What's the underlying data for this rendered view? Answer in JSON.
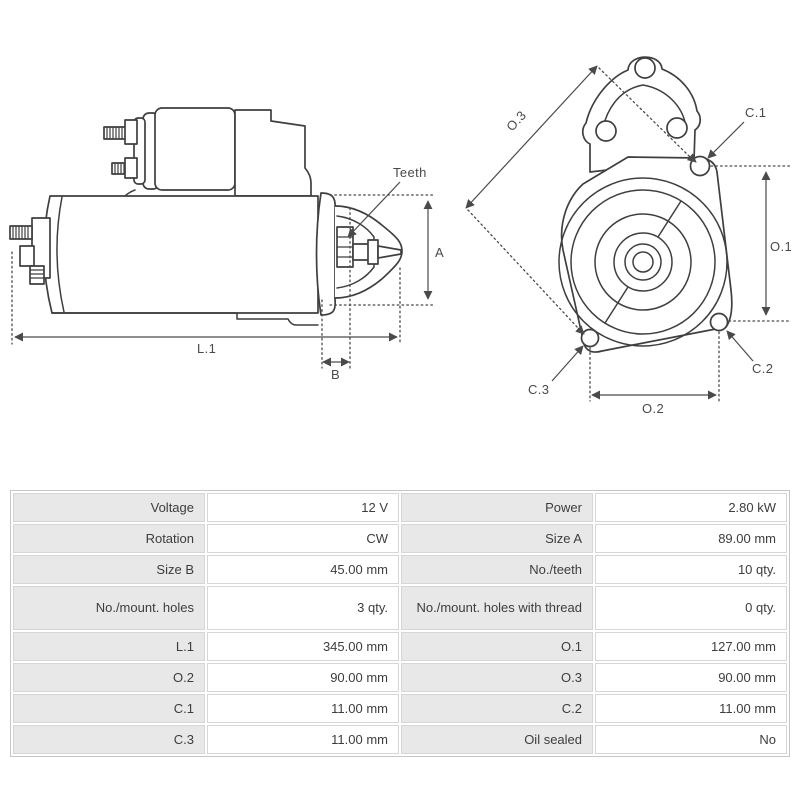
{
  "diagram": {
    "side_view": {
      "teeth_label": "Teeth",
      "dim_a": "A",
      "dim_l1": "L.1",
      "dim_b": "B"
    },
    "front_view": {
      "dim_o3": "O.3",
      "dim_c1": "C.1",
      "dim_o1": "O.1",
      "dim_c2": "C.2",
      "dim_c3": "C.3",
      "dim_o2": "O.2"
    },
    "colors": {
      "line": "#3f3f3f",
      "label_text": "#4a4a4a"
    }
  },
  "spec_table": {
    "colors": {
      "label_bg": "#e8e8e8",
      "value_bg": "#ffffff",
      "border": "#d6d6d6",
      "text": "#3d3d3d"
    },
    "rows": [
      [
        "Voltage",
        "12 V",
        "Power",
        "2.80 kW"
      ],
      [
        "Rotation",
        "CW",
        "Size A",
        "89.00 mm"
      ],
      [
        "Size B",
        "45.00 mm",
        "No./teeth",
        "10 qty."
      ],
      [
        "No./mount. holes",
        "3 qty.",
        "No./mount. holes with thread",
        "0 qty."
      ],
      [
        "L.1",
        "345.00 mm",
        "O.1",
        "127.00 mm"
      ],
      [
        "O.2",
        "90.00 mm",
        "O.3",
        "90.00 mm"
      ],
      [
        "C.1",
        "11.00 mm",
        "C.2",
        "11.00 mm"
      ],
      [
        "C.3",
        "11.00 mm",
        "Oil sealed",
        "No"
      ]
    ]
  }
}
